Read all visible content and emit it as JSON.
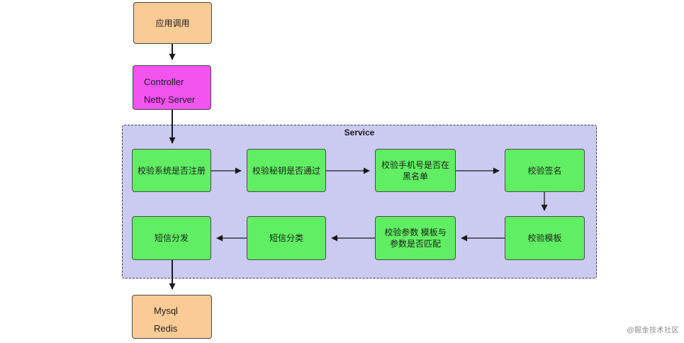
{
  "watermark": "@掘金技术社区",
  "colors": {
    "node_orange": "#fbcb96",
    "node_magenta": "#f353ef",
    "node_green": "#60ef62",
    "group_lavender": "#cbcbf2",
    "arrow": "#1a1a1a"
  },
  "diagram": {
    "service_group_label": "Service",
    "nodes": {
      "app_call": {
        "lines": [
          "应用调用"
        ]
      },
      "controller": {
        "lines": [
          "Controller",
          "Netty Server"
        ]
      },
      "validate_system_registered": {
        "lines": [
          "校验系统是否注册"
        ]
      },
      "validate_secret_key": {
        "lines": [
          "校验秘钥是否通过"
        ]
      },
      "validate_phone_blacklist": {
        "lines": [
          "校验手机号是否在",
          "黑名单"
        ]
      },
      "validate_signature": {
        "lines": [
          "校验签名"
        ]
      },
      "sms_dispatch": {
        "lines": [
          "短信分发"
        ]
      },
      "sms_classify": {
        "lines": [
          "短信分类"
        ]
      },
      "validate_params_template_match": {
        "lines": [
          "校验参数 模板与",
          "参数是否匹配"
        ]
      },
      "validate_template": {
        "lines": [
          "校验模板"
        ]
      },
      "storage": {
        "lines": [
          "Mysql",
          "Redis"
        ]
      }
    }
  }
}
